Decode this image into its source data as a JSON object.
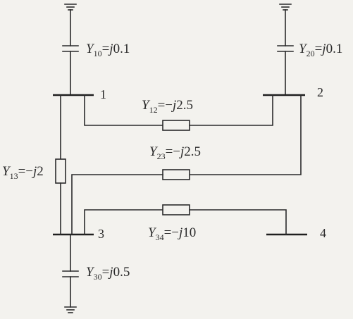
{
  "diagram": {
    "buses": [
      {
        "id": "1",
        "label": "1"
      },
      {
        "id": "2",
        "label": "2"
      },
      {
        "id": "3",
        "label": "3"
      },
      {
        "id": "4",
        "label": "4"
      }
    ],
    "admittances": {
      "y10": {
        "symbol": "Y",
        "sub": "10",
        "value": "=",
        "j": "j",
        "num": "0.1"
      },
      "y20": {
        "symbol": "Y",
        "sub": "20",
        "value": "=",
        "j": "j",
        "num": "0.1"
      },
      "y12": {
        "symbol": "Y",
        "sub": "12",
        "value": "=−",
        "j": "j",
        "num": "2.5"
      },
      "y23": {
        "symbol": "Y",
        "sub": "23",
        "value": "=−",
        "j": "j",
        "num": "2.5"
      },
      "y13": {
        "symbol": "Y",
        "sub": "13",
        "value": "=−",
        "j": "j",
        "num": "2"
      },
      "y34": {
        "symbol": "Y",
        "sub": "34",
        "value": "=−",
        "j": "j",
        "num": "10"
      },
      "y30": {
        "symbol": "Y",
        "sub": "30",
        "value": "=",
        "j": "j",
        "num": "0.5"
      }
    }
  }
}
